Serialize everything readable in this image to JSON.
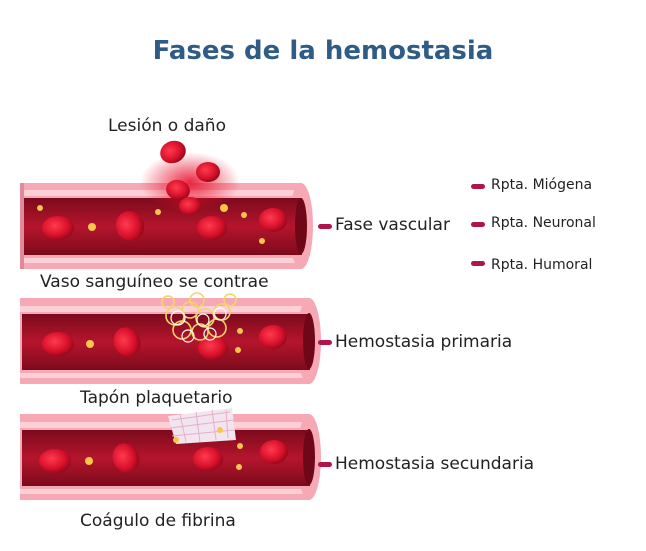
{
  "title": "Fases de la hemostasia",
  "colors": {
    "title": "#2f5c86",
    "accent": "#b0144a",
    "vessel_outer": "#f4a4b0",
    "vessel_inner": "#a8112a",
    "rbc": "#d8102a",
    "platelet": "#f5c84a"
  },
  "injury_label": "Lesión o daño",
  "phases": [
    {
      "label": "Fase vascular",
      "caption": "Vaso sanguíneo se contrae"
    },
    {
      "label": "Hemostasia primaria",
      "caption": "Tapón plaquetario"
    },
    {
      "label": "Hemostasia secundaria",
      "caption": "Coágulo de fibrina"
    }
  ],
  "responses": [
    "Rpta. Miógena",
    "Rpta. Neuronal",
    "Rpta. Humoral"
  ]
}
